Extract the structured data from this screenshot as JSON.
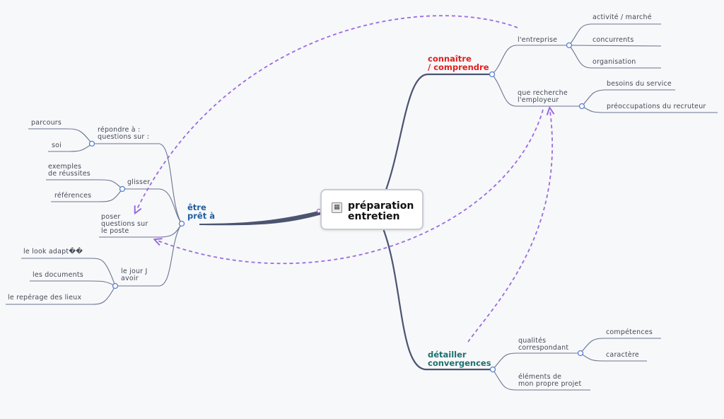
{
  "central": {
    "label_line1": "préparation",
    "label_line2": "entretien",
    "icon": "notes-icon"
  },
  "branches": {
    "connaitre": {
      "label_line1": "connaître",
      "label_line2": "/ comprendre",
      "color": "#e02020",
      "children": {
        "entreprise": {
          "label": "l'entreprise",
          "items": [
            "activité / marché",
            "concurrents",
            "organisation"
          ]
        },
        "recherche": {
          "label_line1": "que recherche",
          "label_line2": "l'employeur",
          "items": [
            "besoins du service",
            "préoccupations du recruteur"
          ]
        }
      }
    },
    "detailler": {
      "label_line1": "détailler",
      "label_line2": "convergences",
      "color": "#1f6f6f",
      "children": {
        "qualites": {
          "label_line1": "qualités",
          "label_line2": "correspondant",
          "items": [
            "compétences",
            "caractère"
          ]
        },
        "elements": {
          "label_line1": "éléments de",
          "label_line2": "mon propre projet"
        }
      }
    },
    "etre": {
      "label_line1": "être",
      "label_line2": "prêt à",
      "color": "#1f5f9f",
      "children": {
        "repondre": {
          "label_line1": "répondre à :",
          "label_line2": "questions sur :",
          "items": [
            "parcours",
            "soi"
          ]
        },
        "glisser": {
          "label": "glisser",
          "items_line": [
            "exemples",
            "de réussites"
          ],
          "item2": "références"
        },
        "poser": {
          "label_line1": "poser",
          "label_line2": "questions sur",
          "label_line3": "le poste"
        },
        "jourj": {
          "label_line1": "le jour J",
          "label_line2": "avoir",
          "items": [
            "le look adapt��",
            "les documents",
            "le repérage des lieux"
          ]
        }
      }
    }
  },
  "colors": {
    "line": "#4b5470",
    "thin_line": "#6b7390",
    "node": "#6b8ed6",
    "arrow": "#9b6be0"
  }
}
